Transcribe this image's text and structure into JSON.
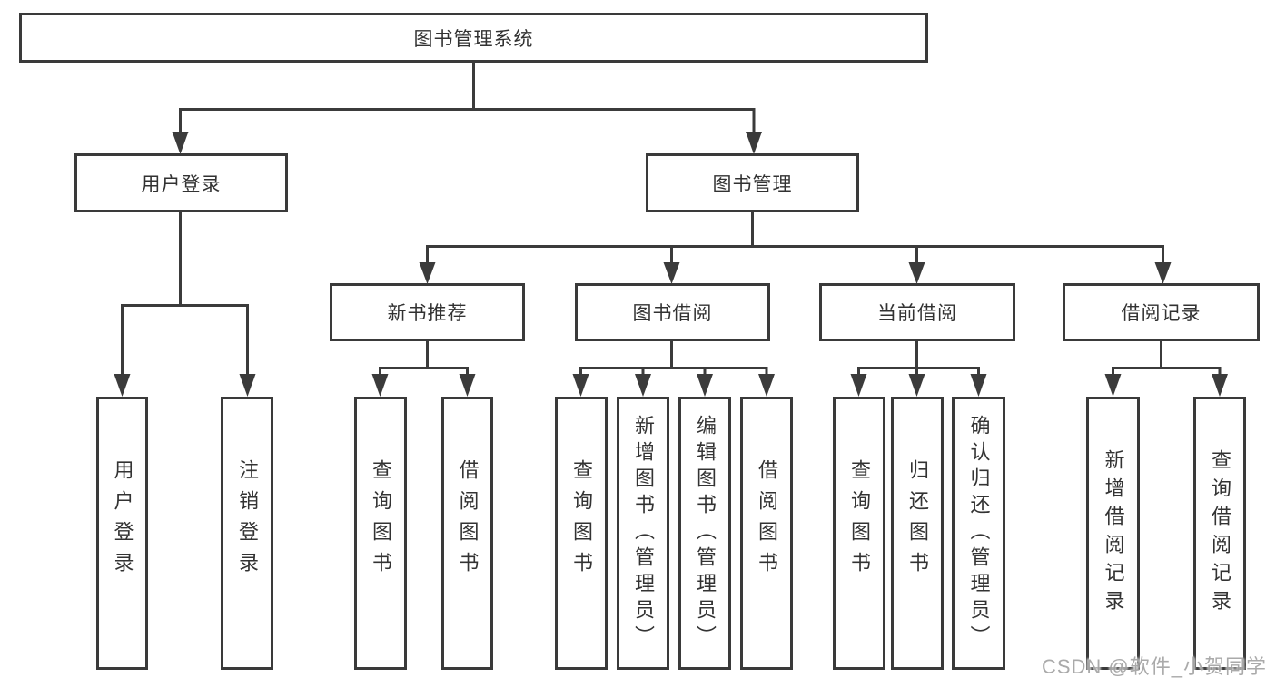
{
  "diagram_title": "图书管理系统",
  "tree": {
    "root": {
      "label": "图书管理系统",
      "children": [
        {
          "label": "用户登录",
          "children": [
            {
              "label": "用户登录"
            },
            {
              "label": "注销登录"
            }
          ]
        },
        {
          "label": "图书管理",
          "children": [
            {
              "label": "新书推荐",
              "children": [
                {
                  "label": "查询图书"
                },
                {
                  "label": "借阅图书"
                }
              ]
            },
            {
              "label": "图书借阅",
              "children": [
                {
                  "label": "查询图书"
                },
                {
                  "label": "新增图书（管理员）"
                },
                {
                  "label": "编辑图书（管理员）"
                },
                {
                  "label": "借阅图书"
                }
              ]
            },
            {
              "label": "当前借阅",
              "children": [
                {
                  "label": "查询图书"
                },
                {
                  "label": "归还图书"
                },
                {
                  "label": "确认归还（管理员）"
                }
              ]
            },
            {
              "label": "借阅记录",
              "children": [
                {
                  "label": "新增借阅记录"
                },
                {
                  "label": "查询借阅记录"
                }
              ]
            }
          ]
        }
      ]
    }
  },
  "watermark": "CSDN @软件_小贺同学",
  "colors": {
    "background": "#ffffff",
    "line": "#3b3b3b",
    "box_border": "#3a3a3a",
    "text": "#333333",
    "watermark": "#9e9e9e"
  }
}
